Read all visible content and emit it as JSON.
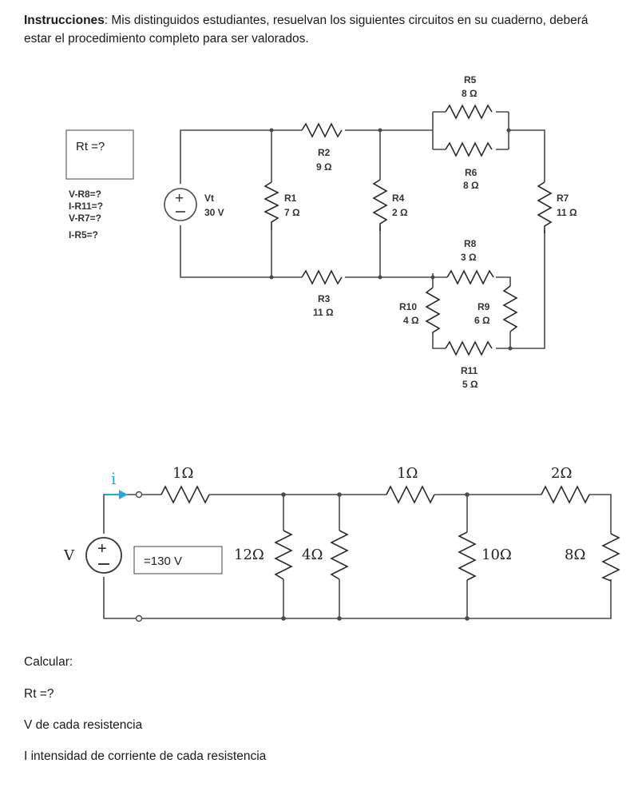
{
  "instructions": {
    "label": "Instrucciones",
    "text": ": Mis distinguidos estudiantes, resuelvan los siguientes circuitos en su cuaderno, deberá estar el procedimiento completo para ser valorados."
  },
  "circuit1": {
    "rt_box": "Rt =?",
    "questions": [
      "V-R8=?",
      "I-R11=?",
      "V-R7=?",
      "I-R5=?"
    ],
    "source": {
      "name": "Vt",
      "value": "30 V"
    },
    "resistors": {
      "R1": {
        "name": "R1",
        "value": "7 Ω"
      },
      "R2": {
        "name": "R2",
        "value": "9 Ω"
      },
      "R3": {
        "name": "R3",
        "value": "11 Ω"
      },
      "R4": {
        "name": "R4",
        "value": "2 Ω"
      },
      "R5": {
        "name": "R5",
        "value": "8 Ω"
      },
      "R6": {
        "name": "R6",
        "value": "8 Ω"
      },
      "R7": {
        "name": "R7",
        "value": "11 Ω"
      },
      "R8": {
        "name": "R8",
        "value": "3 Ω"
      },
      "R9": {
        "name": "R9",
        "value": "6 Ω"
      },
      "R10": {
        "name": "R10",
        "value": "4 Ω"
      },
      "R11": {
        "name": "R11",
        "value": "5 Ω"
      }
    }
  },
  "circuit2": {
    "current_label": "i",
    "source_label": "V",
    "voltage_box": "=130 V",
    "resistors": {
      "top1": "1Ω",
      "top2": "1Ω",
      "top3": "2Ω",
      "shunt1": "12Ω",
      "shunt2": "4Ω",
      "shunt3": "10Ω",
      "shunt4": "8Ω"
    }
  },
  "calculate": {
    "title": "Calcular:",
    "items": [
      "Rt =?",
      "V de cada resistencia",
      "I intensidad de corriente de cada resistencia"
    ]
  },
  "colors": {
    "wire": "#4a4a4a",
    "arrow": "#29a9d6",
    "current_label": "#29a9d6"
  }
}
